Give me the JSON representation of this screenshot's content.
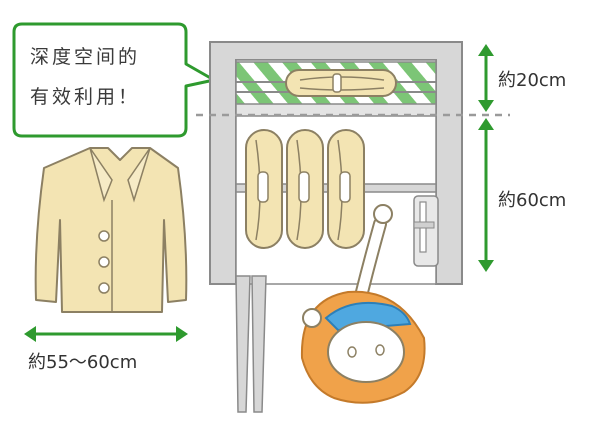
{
  "callout": {
    "line1": "深度空间的",
    "line2": "有效利用！"
  },
  "dimensions": {
    "top_height": "約20cm",
    "lower_height": "約60cm",
    "coat_width": "約55～60cm"
  },
  "colors": {
    "green": "#2e9a2e",
    "stripe": "#7cc576",
    "frame": "#d3d3d3",
    "frame_line": "#8a8a8a",
    "garment": "#f3e4b3",
    "garment_line": "#8c8063",
    "hair": "#f0a24a",
    "cap": "#4fa8e0"
  },
  "icons": {
    "coat": "jacket-icon",
    "person": "person-reaching-icon",
    "closet": "closet-icon"
  }
}
